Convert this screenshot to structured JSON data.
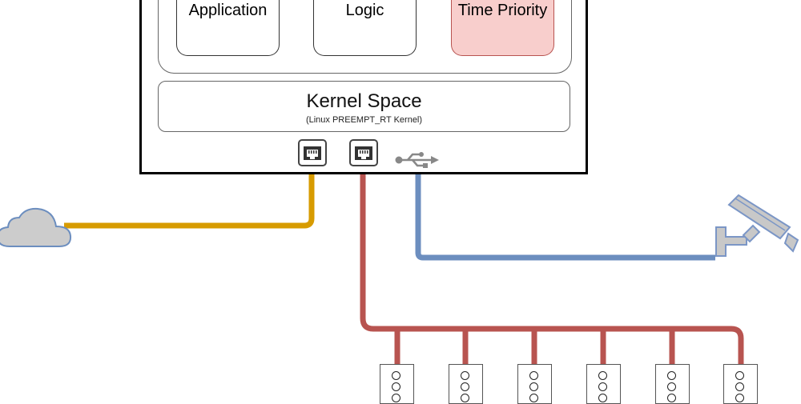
{
  "user_space": {
    "boxes": [
      {
        "label": "Application"
      },
      {
        "label": "Logic"
      },
      {
        "label": "Time Priority"
      }
    ]
  },
  "kernel_space": {
    "title": "Kernel Space",
    "subtitle": "(Linux PREEMPT_RT Kernel)"
  },
  "icons": {
    "ethernet": "ethernet-port-icon",
    "usb": "usb-icon",
    "cloud": "cloud-icon",
    "camera": "security-camera-icon",
    "device": "io-module-icon"
  },
  "colors": {
    "cloud_link": "#d79b00",
    "fieldbus": "#b85450",
    "usb_link": "#6c8ebf",
    "rt_box_fill": "#f8cecc",
    "cloud_fill": "#cccccc",
    "cloud_stroke": "#6c8ebf",
    "camera_fill": "#c8c8c8",
    "camera_stroke": "#7b96c6"
  }
}
